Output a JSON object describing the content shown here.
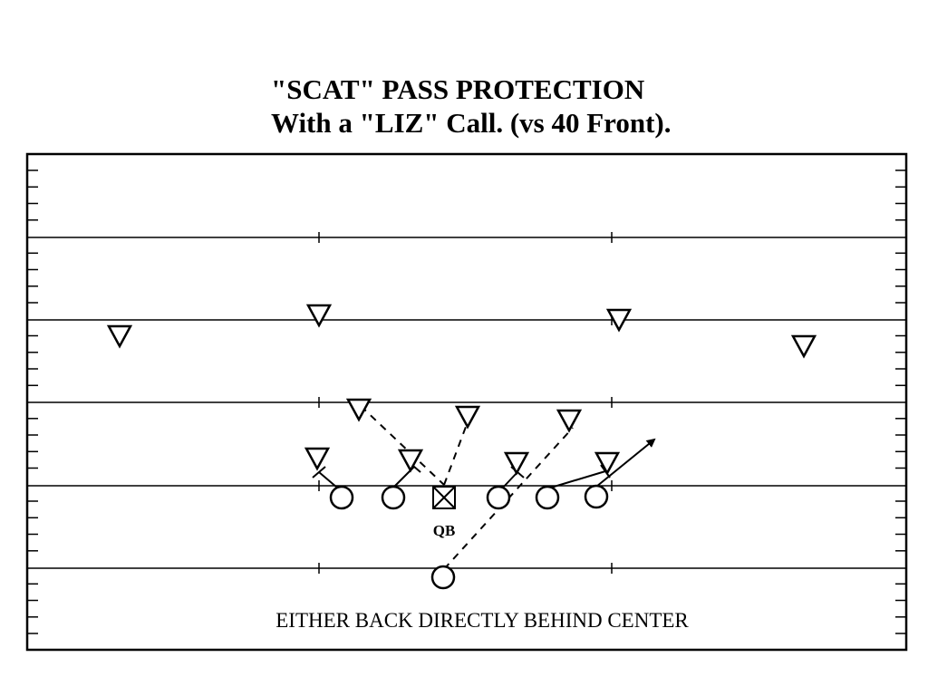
{
  "title": {
    "line1": "\"SCAT\" PASS PROTECTION",
    "line2": "With a \"LIZ\" Call.  (vs 40 Front)."
  },
  "labels": {
    "qb": "QB",
    "caption": "EITHER BACK DIRECTLY BEHIND CENTER"
  },
  "colors": {
    "ink": "#000000",
    "background": "#ffffff"
  },
  "players": {
    "offense_count": 7,
    "defense_count": 11,
    "quarterback_symbol": "boxed-x"
  }
}
